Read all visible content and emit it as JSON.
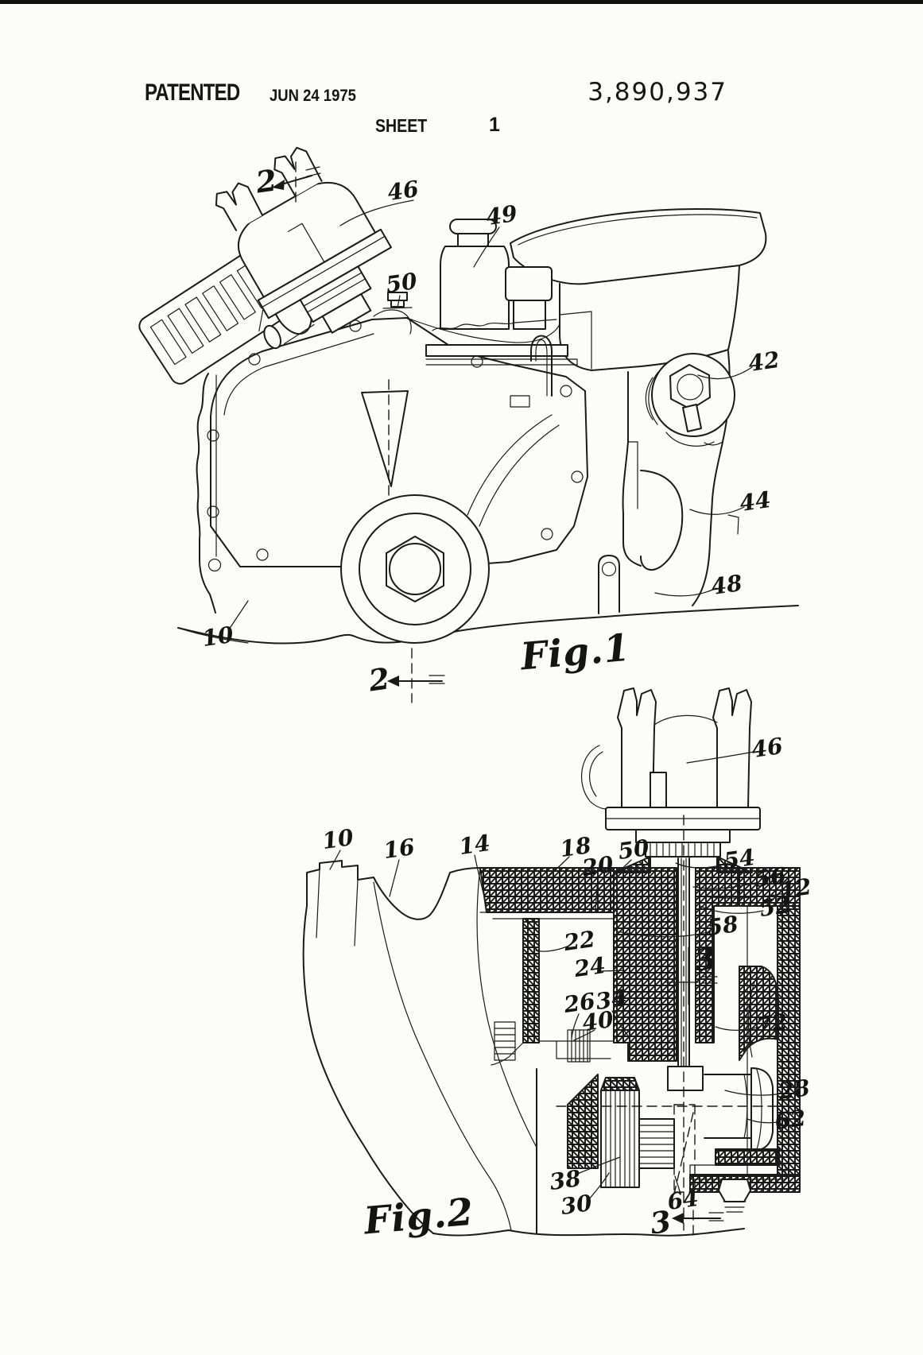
{
  "header": {
    "patented_label": "PATENTED",
    "patented_date": "JUN 24 1975",
    "patent_number": "3,890,937",
    "sheet_label": "SHEET",
    "sheet_number": "1"
  },
  "fig1": {
    "caption": "Fig.1",
    "section_top": "2",
    "section_bottom": "2",
    "labels": {
      "n10": "10",
      "n42": "42",
      "n44": "44",
      "n46": "46",
      "n48": "48",
      "n49": "49",
      "n50": "50"
    }
  },
  "fig2": {
    "caption": "Fig.2",
    "section_mid": "3",
    "section_bottom": "3",
    "labels": {
      "n10": "10",
      "n12": "12",
      "n14": "14",
      "n16": "16",
      "n18": "18",
      "n20": "20",
      "n22": "22",
      "n24": "24",
      "n26": "26",
      "n28": "28",
      "n30": "30",
      "n34": "34",
      "n38": "38",
      "n40": "40",
      "n46": "46",
      "n50": "50",
      "n52": "52",
      "n54": "54",
      "n56": "56",
      "n58": "58",
      "n62": "62",
      "n64": "64",
      "n72": "72"
    }
  }
}
